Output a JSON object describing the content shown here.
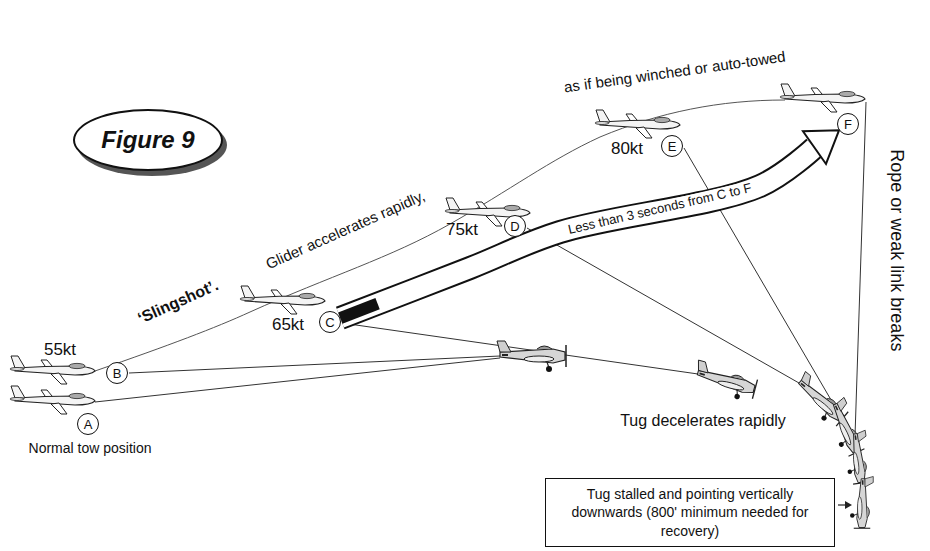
{
  "diagram": {
    "nodes": [
      {
        "text": [
          "Figure 9"
        ]
      },
      {
        "text": [
          "A"
        ]
      },
      {
        "text": [
          "B"
        ]
      },
      {
        "text": [
          "C"
        ]
      },
      {
        "text": [
          "D"
        ]
      },
      {
        "text": [
          "E"
        ]
      },
      {
        "text": [
          "F"
        ]
      },
      {
        "text": [
          "Tug stalled and pointing vertically downwards (800' minimum needed for recovery)"
        ]
      }
    ],
    "edges": [
      {
        "from": 3,
        "to": 6,
        "arrow": "to",
        "label": "Less than 3 seconds from C to F"
      }
    ],
    "labels": [
      "55kt",
      "Normal tow position",
      "‘Slingshot’.",
      "Glider accelerates rapidly,",
      "65kt",
      "75kt",
      "80kt",
      "as if being winched or auto-towed",
      "Rope or weak link breaks",
      "Tug decelerates rapidly"
    ]
  }
}
